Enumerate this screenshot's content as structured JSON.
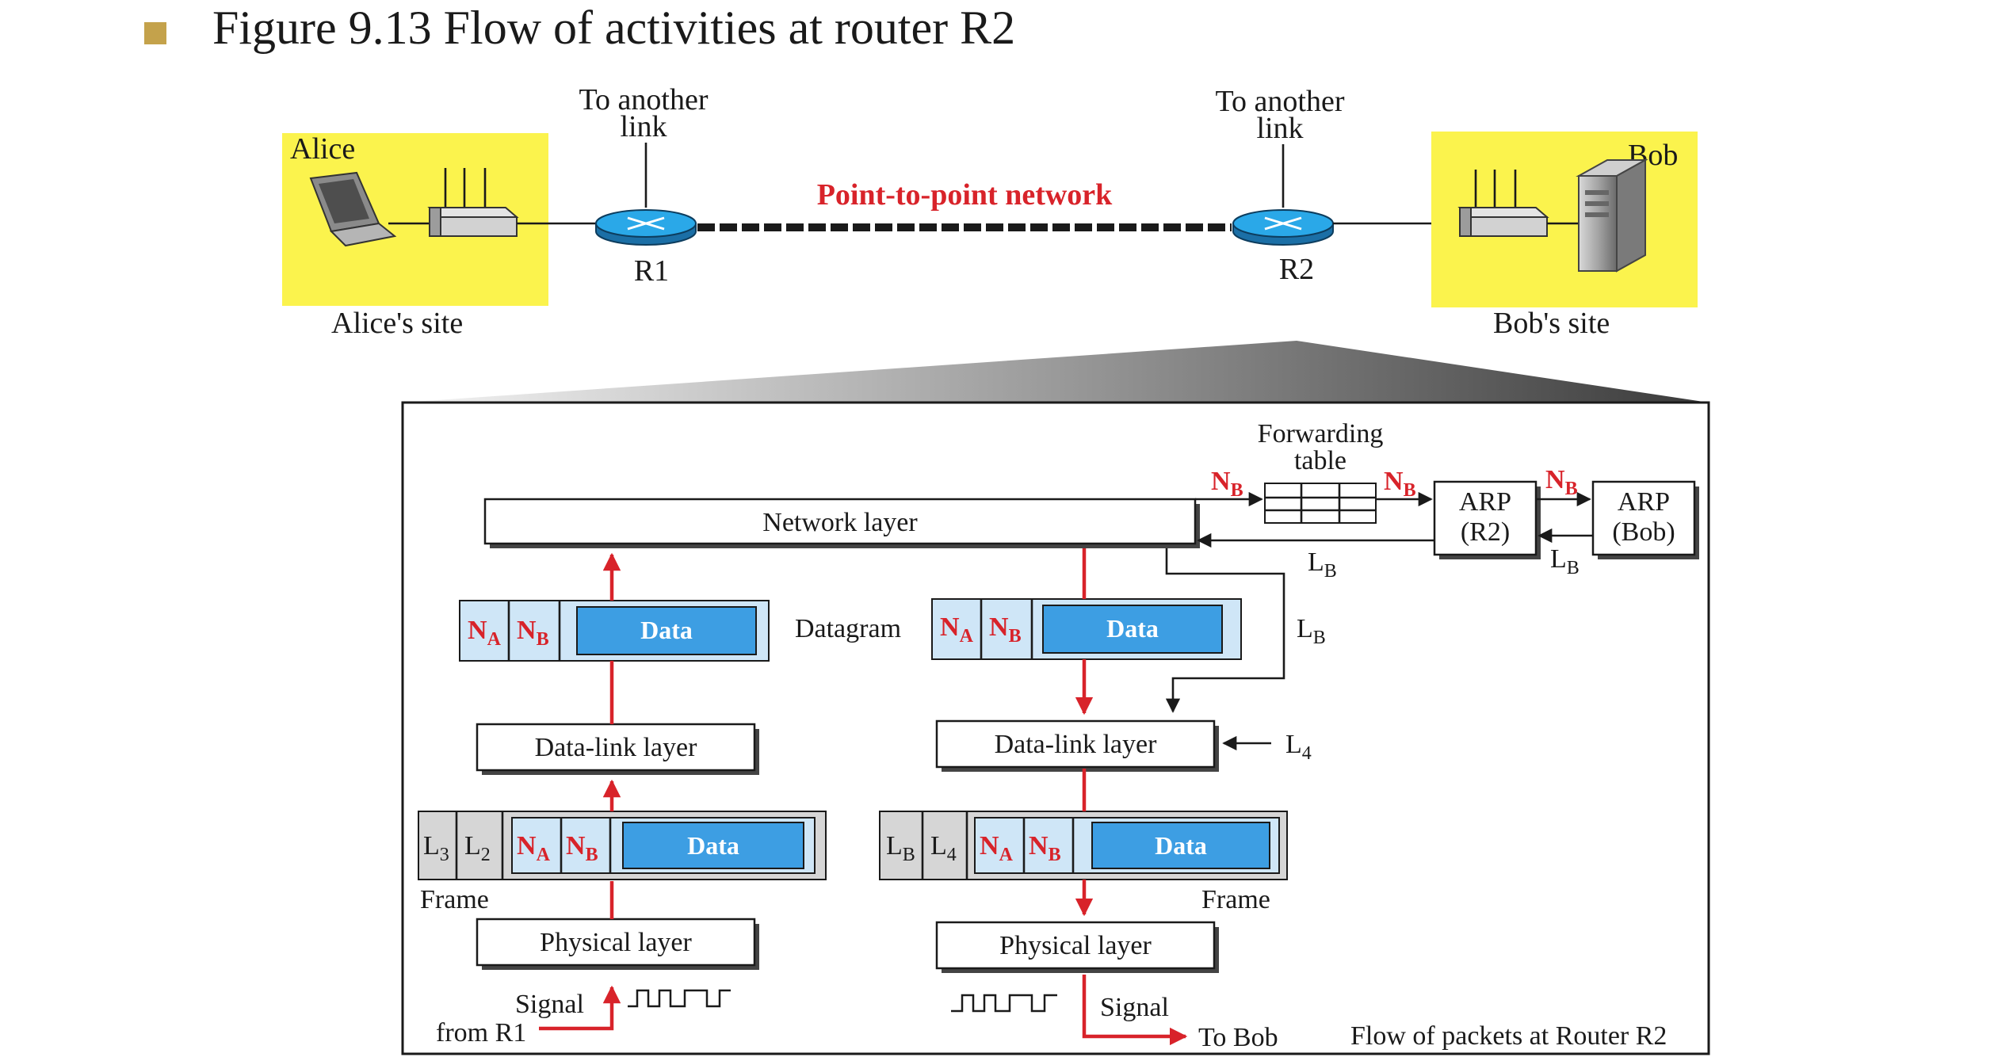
{
  "title": "Figure 9.13 Flow of activities at router R2",
  "colors": {
    "site": "#fbf34d",
    "router": "#2aa8e8",
    "bullet": "#c4a24b",
    "data": "#3d9ee3",
    "header": "#cfe6f7",
    "frame_bg": "#d6d6d6",
    "arrow_red": "#d8232a"
  },
  "top": {
    "alice": "Alice",
    "alice_site": "Alice's site",
    "bob": "Bob",
    "bob_site": "Bob's site",
    "to_another_1": "To another",
    "link_1": "link",
    "to_another_2": "To another",
    "link_2": "link",
    "r1": "R1",
    "r2": "R2",
    "network": "Point-to-point network"
  },
  "detail": {
    "forwarding_1": "Forwarding",
    "forwarding_2": "table",
    "network_layer": "Network layer",
    "datagram": "Datagram",
    "datalink_left": "Data-link layer",
    "datalink_right": "Data-link layer",
    "frame_left": "Frame",
    "frame_right": "Frame",
    "physical_left": "Physical layer",
    "physical_right": "Physical layer",
    "signal_left": "Signal",
    "from_r1": "from R1",
    "signal_right": "Signal",
    "to_bob": "To Bob",
    "caption": "Flow of packets at Router R2",
    "arp_r2_1": "ARP",
    "arp_r2_2": "(R2)",
    "arp_bob_1": "ARP",
    "arp_bob_2": "(Bob)",
    "data": "Data",
    "na": "N",
    "nb": "N",
    "sub_a": "A",
    "sub_b": "B",
    "l_prefix": "L",
    "sub_3": "3",
    "sub_2": "2",
    "sub_4": "4"
  }
}
